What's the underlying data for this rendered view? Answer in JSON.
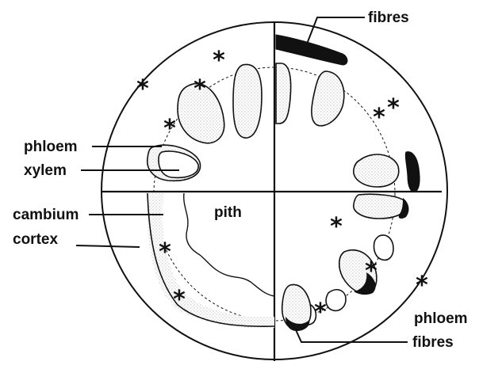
{
  "diagram": {
    "labels": {
      "fibres_top": "fibres",
      "phloem_left": "phloem",
      "xylem": "xylem",
      "pith": "pith",
      "cambium": "cambium",
      "cortex": "cortex",
      "phloem_bottom": "phloem",
      "fibres_bottom": "fibres"
    },
    "marker_symbol": "*",
    "colors": {
      "ink": "#111111",
      "stipple": "#9a9a9a",
      "background": "#ffffff"
    }
  }
}
